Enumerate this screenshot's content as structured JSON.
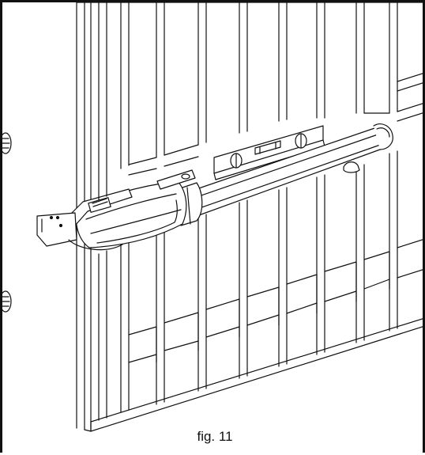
{
  "figure": {
    "caption": "fig. 11",
    "line_color": "#111111",
    "background_color": "#ffffff",
    "subjects": [
      "gate-panel-drawing",
      "linear-gate-actuator",
      "spirit-level"
    ]
  }
}
